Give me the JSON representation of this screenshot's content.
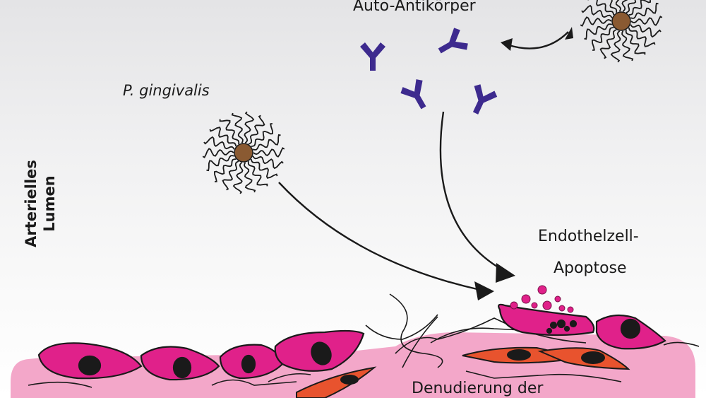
{
  "labels": {
    "auto_antibodies": "Auto-Antikörper",
    "bacterium": "P. gingivalis",
    "lumen_line1": "Arterielles",
    "lumen_line2": "Lumen",
    "apoptosis_line1": "Endothelzell-",
    "apoptosis_line2": "Apoptose",
    "denudation": "Denudierung der"
  },
  "colors": {
    "endothelial_cell": "#e0218a",
    "smooth_muscle_cell": "#e8532e",
    "intima": "#f3a7c9",
    "antibody": "#3d2a8e",
    "bacterium_core": "#8a5a32"
  }
}
